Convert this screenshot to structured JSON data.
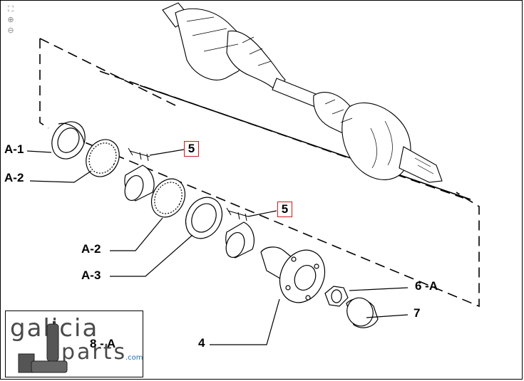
{
  "toolbar": {
    "fit_icon": "fit-page-icon",
    "zoom_in_icon": "zoom-in-icon",
    "zoom_out_icon": "zoom-out-icon"
  },
  "labels": {
    "a1": "A-1",
    "a2_top": "A-2",
    "a2_bottom": "A-2",
    "a3": "A-3",
    "four": "4",
    "six_a": "6 -A",
    "seven": "7",
    "eight_a": "8 - A"
  },
  "callouts": {
    "five_top": "5",
    "five_bottom": "5"
  },
  "logo": {
    "line1": "galicia",
    "line2": "parts",
    "tld": ".com"
  },
  "colors": {
    "callout_border": "#d01818",
    "logo_text": "#4a4a4a",
    "logo_tld": "#1a6fb0"
  }
}
